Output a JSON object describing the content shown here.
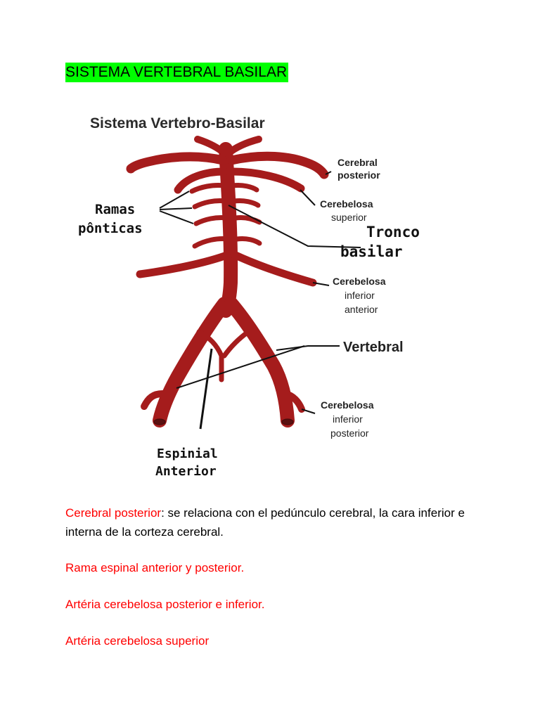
{
  "heading": "SISTEMA VERTEBRAL BASILAR",
  "figure": {
    "title": "Sistema Vertebro-Basilar",
    "labels": {
      "cerebral_posterior_1": "Cerebral",
      "cerebral_posterior_2": "posterior",
      "cerebelosa_superior_1": "Cerebelosa",
      "cerebelosa_superior_2": "superior",
      "ramas_ponticas_1": "Ramas",
      "ramas_ponticas_2": "pônticas",
      "tronco_basilar_1": "Tronco",
      "tronco_basilar_2": "basilar",
      "cerebelosa_inf_ant_1": "Cerebelosa",
      "cerebelosa_inf_ant_2": "inferior",
      "cerebelosa_inf_ant_3": "anterior",
      "vertebral": "Vertebral",
      "cerebelosa_inf_post_1": "Cerebelosa",
      "cerebelosa_inf_post_2": "inferior",
      "cerebelosa_inf_post_3": "posterior",
      "espinial_1": "Espinial",
      "espinial_2": "Anterior"
    },
    "colors": {
      "artery": "#a51c1c",
      "artery_outline": "#4a0c0c",
      "line": "#111111"
    }
  },
  "paragraphs": [
    {
      "term": "Cerebral posterior",
      "rest": ": se relaciona con el pedúnculo cerebral, la cara inferior e interna de la corteza cerebral."
    },
    {
      "term": "Rama espinal anterior y posterior.",
      "rest": ""
    },
    {
      "term": "Artéria cerebelosa posterior e inferior.",
      "rest": ""
    },
    {
      "term": "Artéria cerebelosa superior",
      "rest": ""
    }
  ]
}
